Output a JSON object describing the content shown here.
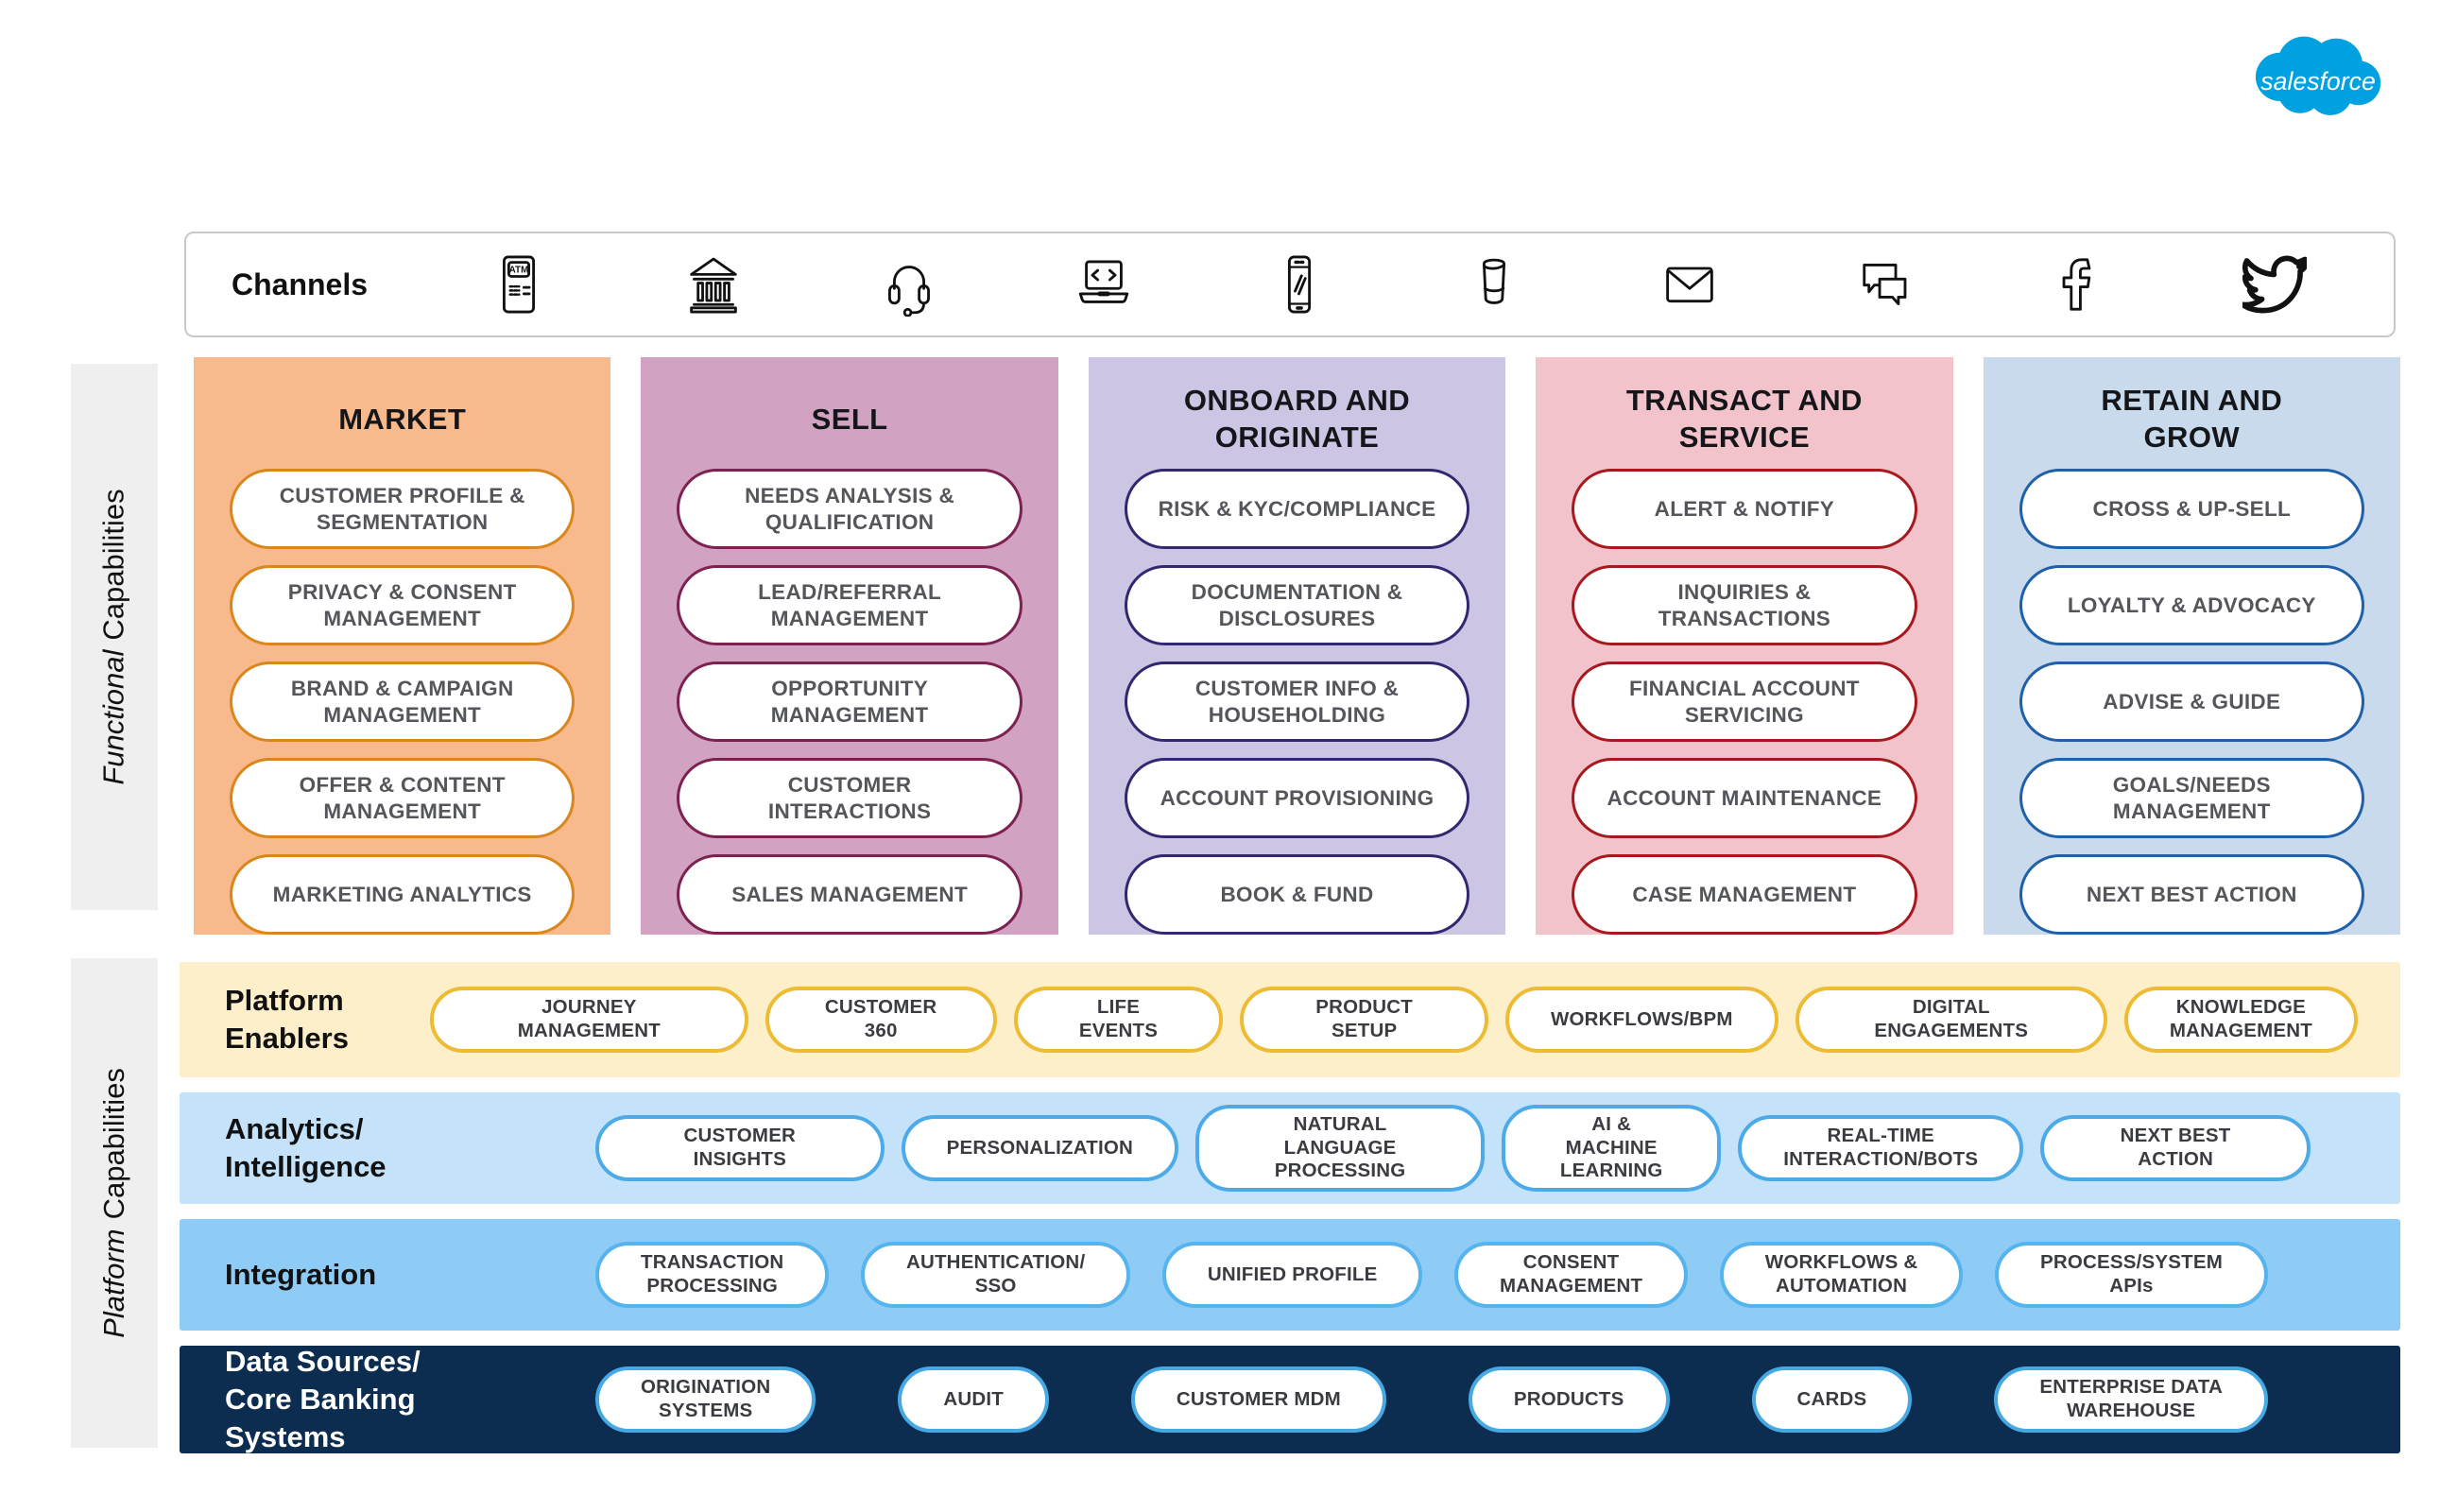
{
  "brand": {
    "name": "salesforce",
    "color": "#00A1E0"
  },
  "channels": {
    "label": "Channels",
    "icons": [
      "atm",
      "bank-branch",
      "contact-center",
      "online-banking",
      "mobile",
      "smart-speaker",
      "email",
      "chat",
      "facebook",
      "twitter"
    ]
  },
  "side_labels": {
    "functional": {
      "em": "Functional",
      "rest": "Capabilities"
    },
    "platform": {
      "em": "Platform",
      "rest": "Capabilities"
    }
  },
  "functional_columns": [
    {
      "title": "MARKET",
      "bg": "#F8B98C",
      "accent": "#DB861C",
      "items": [
        "CUSTOMER PROFILE &\nSEGMENTATION",
        "PRIVACY & CONSENT\nMANAGEMENT",
        "BRAND & CAMPAIGN\nMANAGEMENT",
        "OFFER & CONTENT\nMANAGEMENT",
        "MARKETING ANALYTICS"
      ]
    },
    {
      "title": "SELL",
      "bg": "#D2A2C2",
      "accent": "#7D2150",
      "items": [
        "NEEDS ANALYSIS &\nQUALIFICATION",
        "LEAD/REFERRAL\nMANAGEMENT",
        "OPPORTUNITY\nMANAGEMENT",
        "CUSTOMER\nINTERACTIONS",
        "SALES MANAGEMENT"
      ]
    },
    {
      "title": "ONBOARD AND\nORIGINATE",
      "bg": "#CCC6E4",
      "accent": "#322870",
      "items": [
        "RISK & KYC/COMPLIANCE",
        "DOCUMENTATION &\nDISCLOSURES",
        "CUSTOMER INFO &\nHOUSEHOLDING",
        "ACCOUNT PROVISIONING",
        "BOOK & FUND"
      ]
    },
    {
      "title": "TRANSACT AND\nSERVICE",
      "bg": "#F2C3CB",
      "accent": "#A6191E",
      "items": [
        "ALERT & NOTIFY",
        "INQUIRIES &\nTRANSACTIONS",
        "FINANCIAL ACCOUNT\nSERVICING",
        "ACCOUNT MAINTENANCE",
        "CASE MANAGEMENT"
      ]
    },
    {
      "title": "RETAIN AND\nGROW",
      "bg": "#C8DAEB",
      "accent": "#2060A8",
      "items": [
        "CROSS & UP-SELL",
        "LOYALTY & ADVOCACY",
        "ADVISE & GUIDE",
        "GOALS/NEEDS\nMANAGEMENT",
        "NEXT BEST ACTION"
      ]
    }
  ],
  "platform_rows": [
    {
      "label": "Platform\nEnablers",
      "bg": "#FCEFC9",
      "accent": "#EDBC34",
      "items": [
        "JOURNEY MANAGEMENT",
        "CUSTOMER 360",
        "LIFE EVENTS",
        "PRODUCT SETUP",
        "WORKFLOWS/BPM",
        "DIGITAL ENGAGEMENTS",
        "KNOWLEDGE\nMANAGEMENT"
      ]
    },
    {
      "label": "Analytics/\nIntelligence",
      "bg": "#C4E2FA",
      "accent": "#4DAAE8",
      "items": [
        "CUSTOMER INSIGHTS",
        "PERSONALIZATION",
        "NATURAL LANGUAGE\nPROCESSING",
        "AI & MACHINE\nLEARNING",
        "REAL-TIME\nINTERACTION/BOTS",
        "NEXT BEST ACTION"
      ]
    },
    {
      "label": "Integration",
      "bg": "#8FCCF5",
      "accent": "#55B3EE",
      "items": [
        "TRANSACTION\nPROCESSING",
        "AUTHENTICATION/\nSSO",
        "UNIFIED PROFILE",
        "CONSENT\nMANAGEMENT",
        "WORKFLOWS &\nAUTOMATION",
        "PROCESS/SYSTEM\nAPIs"
      ]
    },
    {
      "label": "Data Sources/\nCore Banking\nSystems",
      "bg": "#0C2D4F",
      "accent": "#47A9E4",
      "label_color": "#FFFFFF",
      "items": [
        "ORIGINATION\nSYSTEMS",
        "AUDIT",
        "CUSTOMER MDM",
        "PRODUCTS",
        "CARDS",
        "ENTERPRISE DATA\nWAREHOUSE"
      ]
    }
  ]
}
